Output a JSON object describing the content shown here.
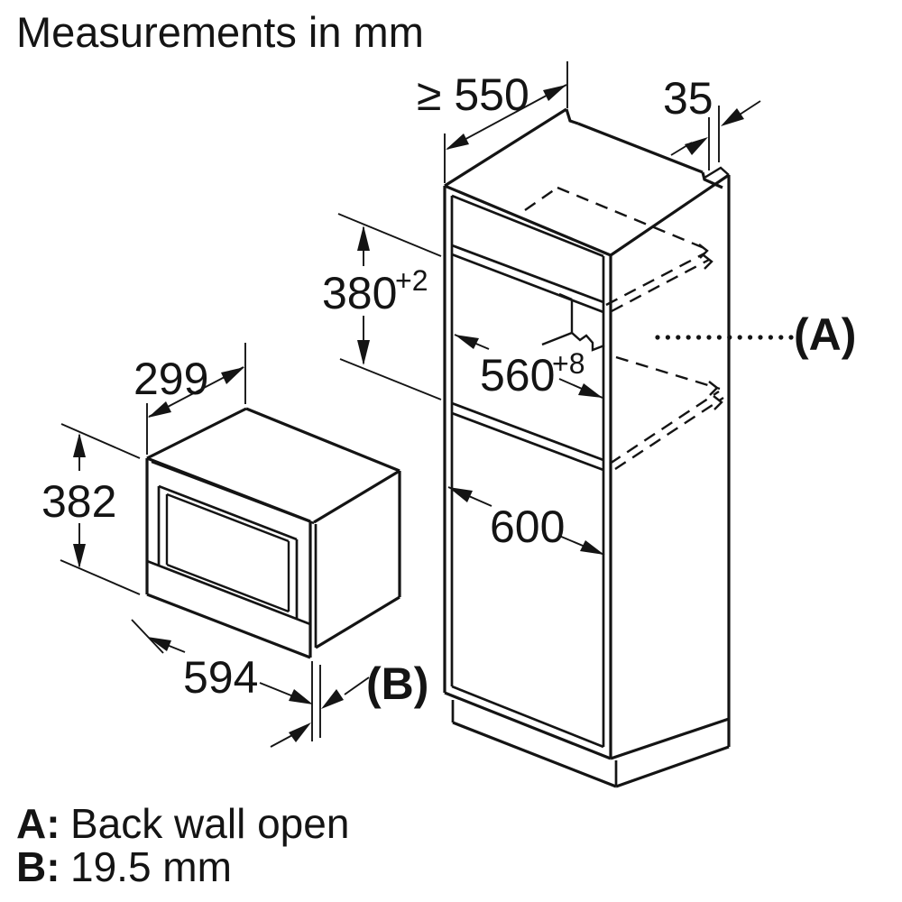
{
  "title": "Measurements in mm",
  "cabinet": {
    "depth_min": "≥ 550",
    "top_rail_width": "35",
    "niche_height": {
      "value": "380",
      "tolerance": "+2"
    },
    "niche_width": {
      "value": "560",
      "tolerance": "+8"
    },
    "unit_width": "600",
    "back_label": "(A)"
  },
  "appliance": {
    "depth": "299",
    "height": "382",
    "width": "594",
    "gap_label": "(B)"
  },
  "legend": {
    "a_key": "A:",
    "a_text": "Back wall open",
    "b_key": "B:",
    "b_text": "19.5 mm"
  }
}
